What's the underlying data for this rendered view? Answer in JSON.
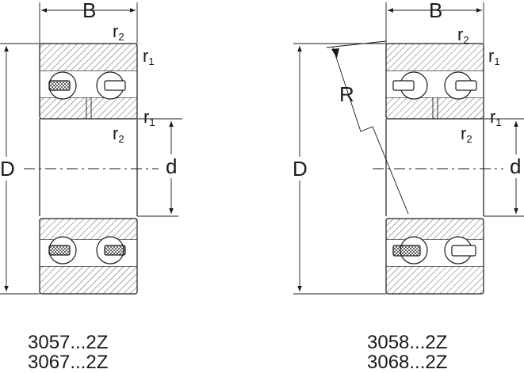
{
  "labels": {
    "width_left": "B",
    "width_right": "B",
    "outer_left": "D",
    "outer_right": "D",
    "bore_left": "d",
    "bore_right": "d",
    "radius": "R",
    "r_letter": "r",
    "sub_1": "1",
    "sub_2": "2"
  },
  "captions": {
    "left_line1": "3057...2Z",
    "left_line2": "3067...2Z",
    "right_line1": "3058...2Z",
    "right_line2": "3068...2Z"
  }
}
